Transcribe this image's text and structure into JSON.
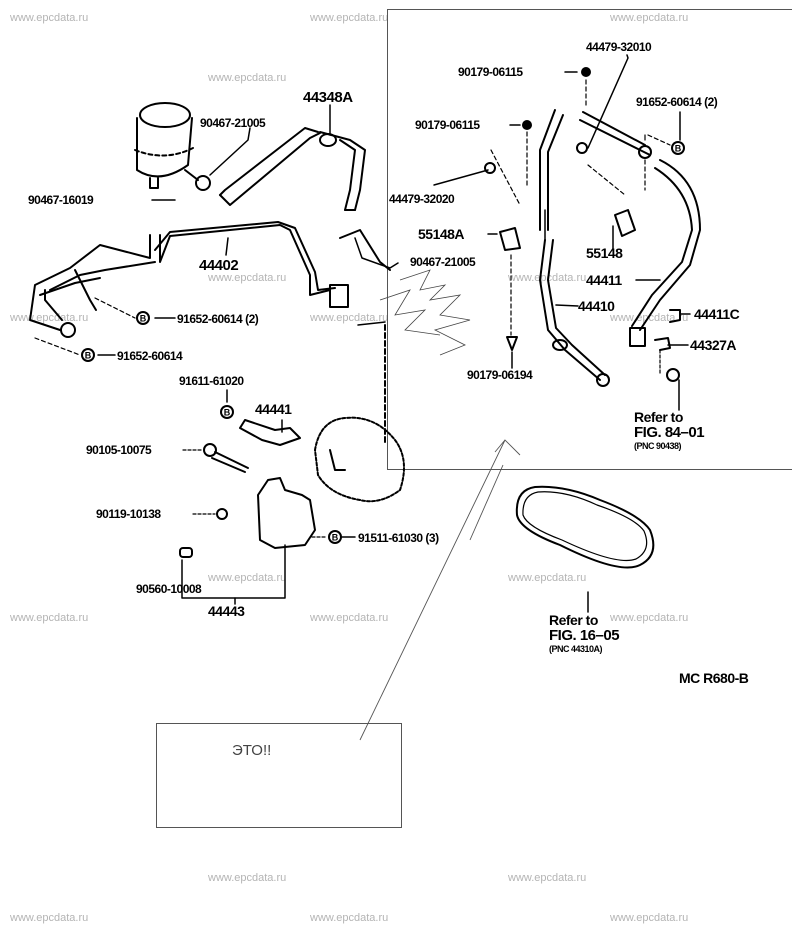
{
  "watermark": "www.epcdata.ru",
  "diagram": {
    "code": "MC R680-B",
    "note_box_text": "ЭТО!!",
    "labels": {
      "p44348A": "44348A",
      "p90467_21005_top": "90467-21005",
      "p90467_16019": "90467-16019",
      "p44402": "44402",
      "p91652_60614_2_left": "91652-60614 (2)",
      "p91652_60614_left": "91652-60614",
      "p91611_61020": "91611-61020",
      "p44441": "44441",
      "p90105_10075": "90105-10075",
      "p90119_10138": "90119-10138",
      "p91511_61030": "91511-61030 (3)",
      "p90560_10008": "90560-10008",
      "p44443": "44443",
      "p44479_32010": "44479-32010",
      "p90179_06115_a": "90179-06115",
      "p90179_06115_b": "90179-06115",
      "p91652_60614_2_right": "91652-60614 (2)",
      "p44479_32020": "44479-32020",
      "p55148A": "55148A",
      "p90467_21005_mid": "90467-21005",
      "p55148": "55148",
      "p44411": "44411",
      "p44410": "44410",
      "p44411C": "44411C",
      "p44327A": "44327A",
      "p90179_06194": "90179-06194"
    },
    "references": {
      "fig84": {
        "line1": "Refer to",
        "line2": "FIG. 84–01",
        "line3": "(PNC 90438)"
      },
      "fig16": {
        "line1": "Refer to",
        "line2": "FIG. 16–05",
        "line3": "(PNC 44310A)"
      }
    },
    "marker_letter": "B"
  }
}
